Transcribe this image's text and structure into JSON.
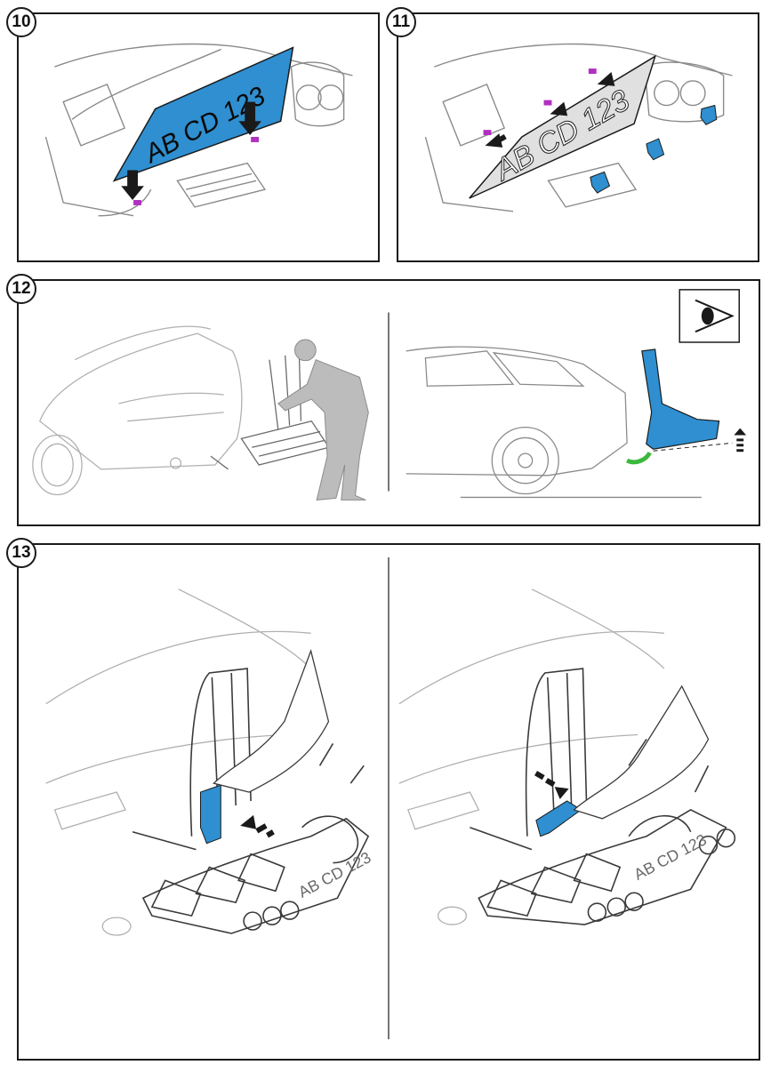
{
  "steps": [
    {
      "number": "10",
      "plate_text": "AB CD 123"
    },
    {
      "number": "11",
      "plate_text": "AB CD 123"
    },
    {
      "number": "12"
    },
    {
      "number": "13",
      "plate_text": "AB CD 123"
    }
  ],
  "colors": {
    "accent_blue": "#2f8fd0",
    "magenta_clip": "#b030c0",
    "green_part": "#3cb83c",
    "line": "#9a9a9a",
    "figure_gray": "#b8b8b8"
  },
  "icons": [
    "eye-view-icon",
    "arrow-down-icon",
    "arrow-up-icon",
    "arrow-right-icon"
  ]
}
